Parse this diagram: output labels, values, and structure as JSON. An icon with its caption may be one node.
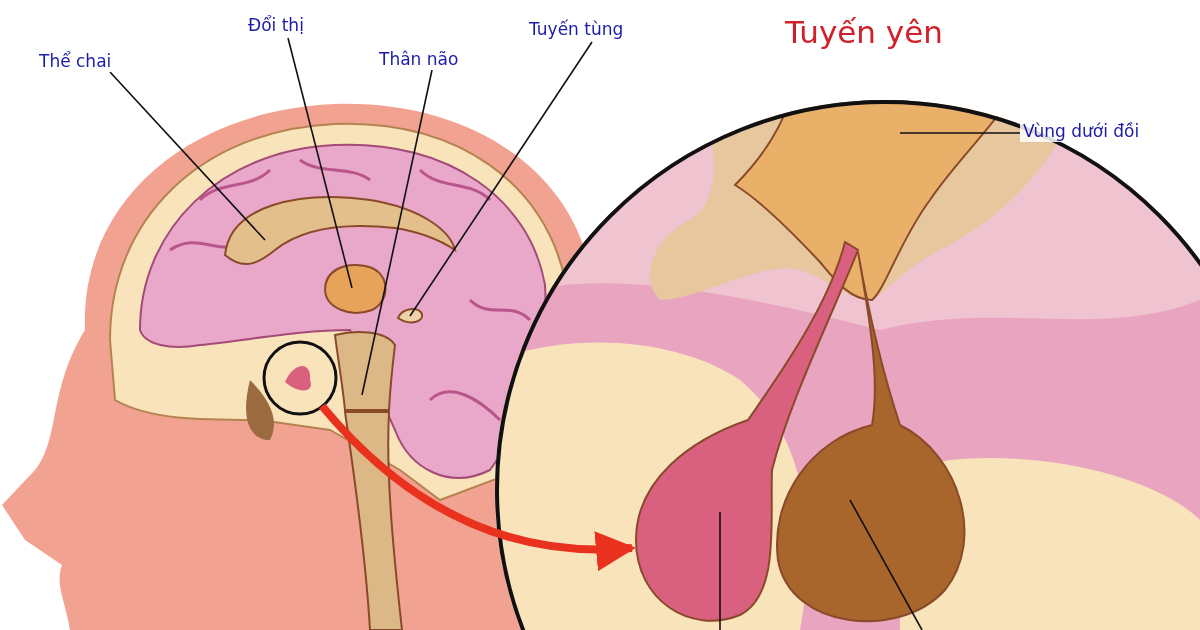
{
  "diagram": {
    "title": "Tuyến yên",
    "nodes": [
      {
        "text": [
          "Thể chai"
        ]
      },
      {
        "text": [
          "Đổi thị"
        ]
      },
      {
        "text": [
          "Thân não"
        ]
      },
      {
        "text": [
          "Tuyến tùng"
        ]
      },
      {
        "text": [
          "Vùng dưới đồi"
        ]
      },
      {
        "text": [],
        "shape": "picture"
      },
      {
        "text": [],
        "shape": "circle"
      },
      {
        "text": [],
        "shape": "box"
      },
      {
        "text": [],
        "shape": "circle"
      },
      {
        "text": [],
        "shape": "circle"
      },
      {
        "text": [],
        "shape": "circle"
      },
      {
        "text": [],
        "shape": "picture",
        "in": 10
      },
      {
        "text": [],
        "shape": "picture",
        "in": 10
      },
      {
        "text": [],
        "shape": "picture",
        "in": 10
      }
    ],
    "edges": [
      {
        "from": 0,
        "to": 5,
        "arrow": "none"
      },
      {
        "from": 1,
        "to": 6,
        "arrow": "none"
      },
      {
        "from": 2,
        "to": 7,
        "arrow": "none"
      },
      {
        "from": 3,
        "to": 8,
        "arrow": "none"
      },
      {
        "from": 4,
        "to": 11,
        "arrow": "none"
      },
      {
        "from": 9,
        "to": 12,
        "arrow": "to",
        "style": "thick",
        "color": "#e8321e"
      },
      {
        "from": 12,
        "to": null,
        "arrow": "none"
      },
      {
        "from": 13,
        "to": null,
        "arrow": "none"
      }
    ]
  }
}
